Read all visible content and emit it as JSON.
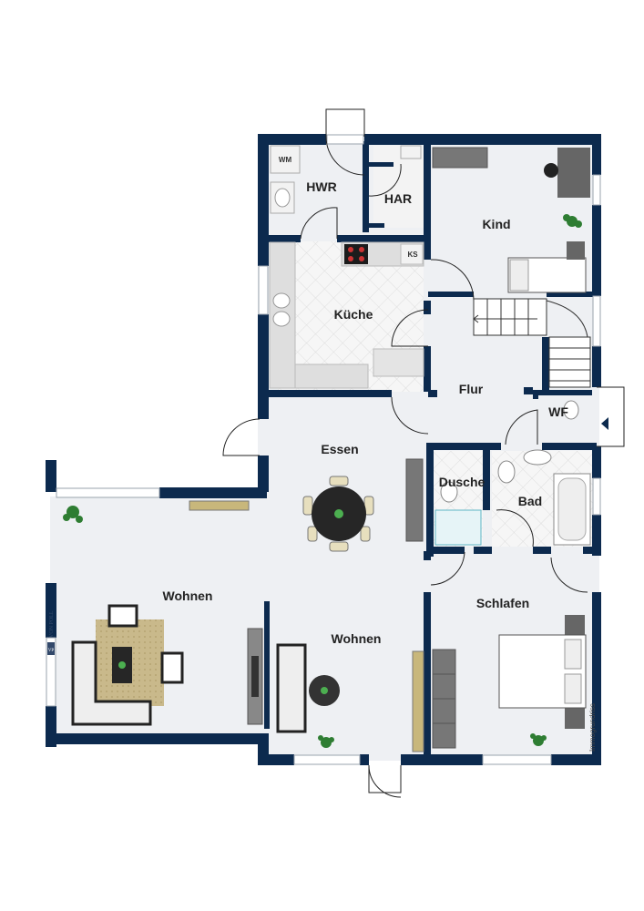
{
  "rooms": {
    "hwr": "HWR",
    "har": "HAR",
    "kind": "Kind",
    "kueche": "Küche",
    "flur": "Flur",
    "wf": "WF",
    "essen": "Essen",
    "dusche": "Dusche",
    "bad": "Bad",
    "wohnen_left": "Wohnen",
    "wohnen_center": "Wohnen",
    "schlafen": "Schlafen"
  },
  "appliances": {
    "washer": "WM",
    "fridge": "KS"
  },
  "branding": {
    "logo_mark": "VP",
    "logo_text": "VON POLL",
    "credit": "Immogrundriss"
  },
  "colors": {
    "wall": "#0c2a4e",
    "floor": "#eef0f3",
    "tile": "#f5f5f5",
    "furniture": "#2f2f2f"
  }
}
